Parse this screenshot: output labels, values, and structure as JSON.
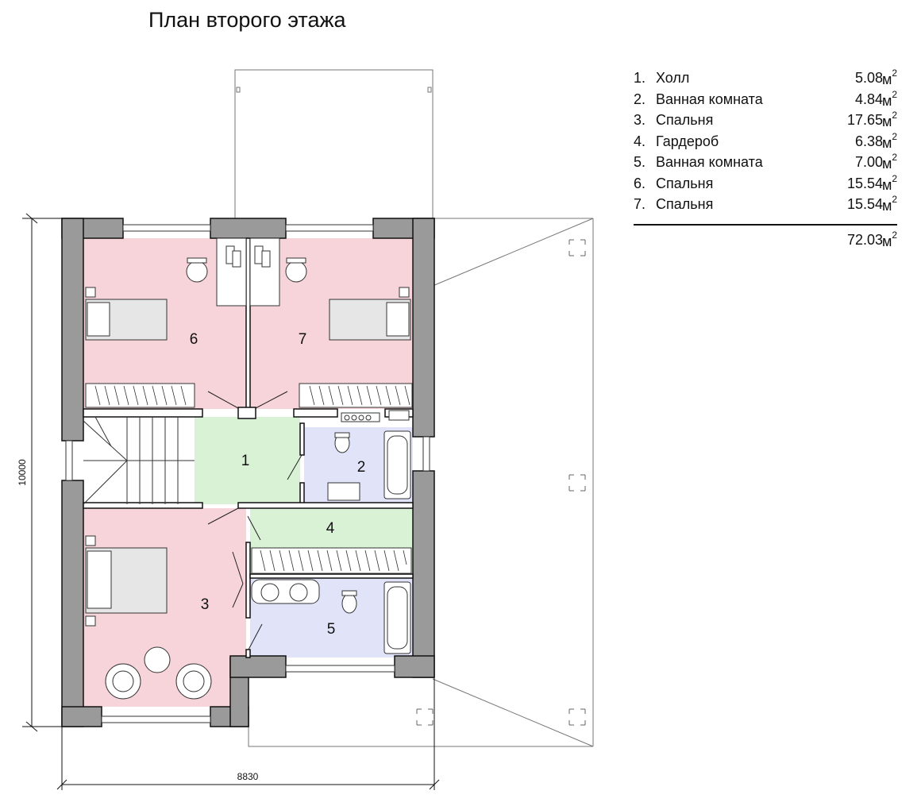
{
  "title": "План второго этажа",
  "rooms": [
    {
      "num": "1.",
      "name": "Холл",
      "area": "5.08",
      "unit": "м",
      "sup": "2"
    },
    {
      "num": "2.",
      "name": "Ванная комната",
      "area": "4.84",
      "unit": "м",
      "sup": "2"
    },
    {
      "num": "3.",
      "name": "Спальня",
      "area": "17.65",
      "unit": "м",
      "sup": "2"
    },
    {
      "num": "4.",
      "name": "Гардероб",
      "area": "6.38",
      "unit": "м",
      "sup": "2"
    },
    {
      "num": "5.",
      "name": "Ванная комната",
      "area": "7.00",
      "unit": "м",
      "sup": "2"
    },
    {
      "num": "6.",
      "name": "Спальня",
      "area": "15.54",
      "unit": "м",
      "sup": "2"
    },
    {
      "num": "7.",
      "name": "Спальня",
      "area": "15.54",
      "unit": "м",
      "sup": "2"
    }
  ],
  "total": {
    "area": "72.03",
    "unit": "м",
    "sup": "2"
  },
  "plan_labels": {
    "r1": "1",
    "r2": "2",
    "r3": "3",
    "r4": "4",
    "r5": "5",
    "r6": "6",
    "r7": "7"
  },
  "dimensions": {
    "height": "10000",
    "width": "8830"
  },
  "colors": {
    "bedroom": "#f7d4da",
    "hall": "#d9f2d6",
    "bathroom": "#e1e3f9",
    "wardrobe": "#d9f2d6",
    "wall": "#9a9a9a",
    "bedspread": "#e6e6e6"
  }
}
